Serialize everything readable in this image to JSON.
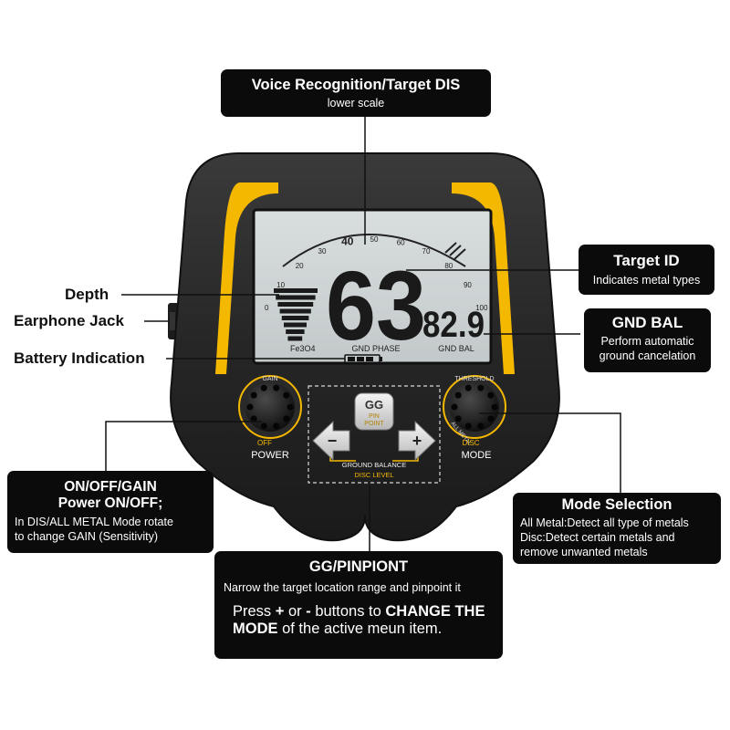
{
  "device": {
    "scale_numbers": [
      "0",
      "10",
      "20",
      "30",
      "40",
      "50",
      "60",
      "70",
      "80",
      "90",
      "100"
    ],
    "main_number": "63",
    "small_number": "82.9",
    "fe_label": "Fe3O4",
    "gnd_phase_label": "GND PHASE",
    "gnd_bal_label": "GND BAL",
    "gain_label": "GAIN",
    "off_label": "OFF",
    "power_label": "POWER",
    "threshold_label": "THRESHOLD",
    "all_metal_label": "ALL METAL",
    "disc_label": "DISC",
    "mode_label": "MODE",
    "gg_label": "GG",
    "pin_label": "PIN",
    "point_label": "POINT",
    "minus_label": "−",
    "plus_label": "+",
    "ground_balance_label": "GROUND BALANCE",
    "disc_level_label": "DISC LEVEL",
    "accent_color": "#f5b800",
    "body_color": "#232323"
  },
  "callouts": {
    "voice": {
      "title": "Voice Recognition/Target DIS",
      "subtitle": "lower scale"
    },
    "target_id": {
      "title": "Target ID",
      "subtitle": "Indicates metal types"
    },
    "gnd_bal": {
      "title": "GND BAL",
      "line1": "Perform automatic",
      "line2": "ground cancelation"
    },
    "depth": "Depth",
    "earphone": "Earphone Jack",
    "battery": "Battery Indication",
    "onoff": {
      "title1": "ON/OFF/GAIN",
      "title2": "Power ON/OFF;",
      "line1": "In DIS/ALL METAL Mode rotate",
      "line2": "to change GAIN (Sensitivity)"
    },
    "mode": {
      "title": "Mode Selection",
      "line1": "All Metal:Detect all type of metals",
      "line2": "Disc:Detect certain metals and",
      "line3": "remove  unwanted metals"
    },
    "gg": {
      "title": "GG/PINPIONT",
      "subtitle": "Narrow the target location range and pinpoint it",
      "press": "Press ",
      "plus": "+",
      "or": " or ",
      "minus": "-",
      "buttons_to": " buttons to ",
      "change": "CHANGE THE MODE",
      "rest": " of the active meun item."
    }
  }
}
